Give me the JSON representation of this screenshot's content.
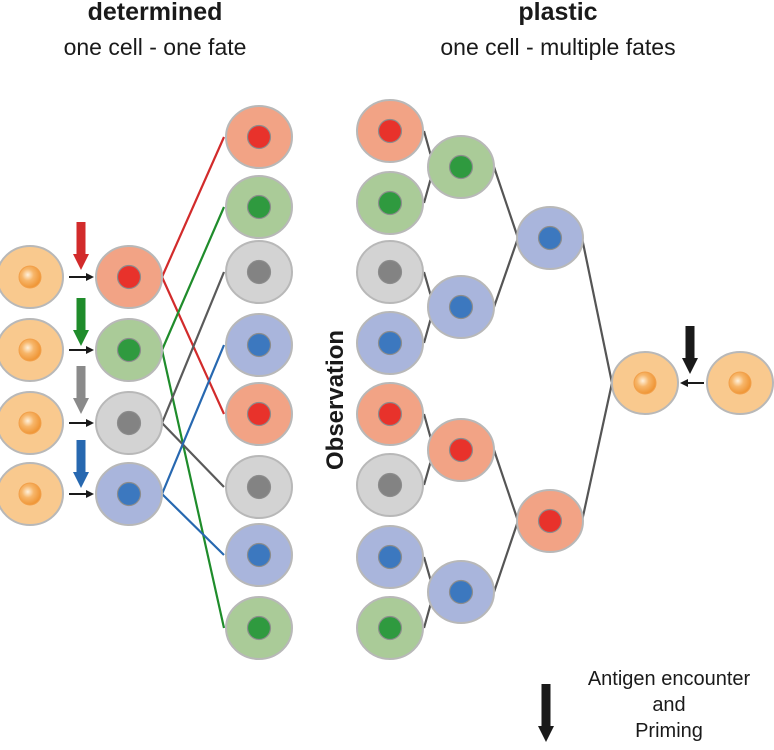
{
  "headings": {
    "determined_title": "determined",
    "determined_subtitle": "one cell - one fate",
    "plastic_title": "plastic",
    "plastic_subtitle": "one cell - multiple fates"
  },
  "observation_label": "Observation",
  "legend": {
    "line1": "Antigen encounter",
    "line2": "and",
    "line3": "Priming"
  },
  "colors": {
    "naive_cell": "#f9c98e",
    "naive_nucleus": "#f4a34d",
    "red_cell": "#f2a385",
    "red_nucleus": "#e8322b",
    "red_line": "#d22b2b",
    "green_cell": "#aacb98",
    "green_nucleus": "#2f9a3f",
    "green_line": "#1f8c2b",
    "grey_cell": "#d3d3d3",
    "grey_nucleus": "#838383",
    "grey_line": "#5a5a5a",
    "blue_cell": "#a9b5dc",
    "blue_nucleus": "#3c78bf",
    "blue_line": "#2768b0",
    "cell_border": "#b8b8b8",
    "tree_line": "#555555",
    "arrow_black": "#1a1a1a",
    "arrow_grey": "#8a8a8a"
  }
}
